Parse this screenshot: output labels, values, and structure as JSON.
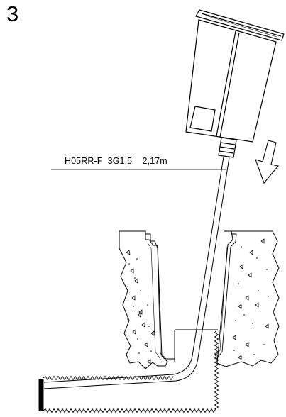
{
  "step_number": "3",
  "cable_label": {
    "type": "H05RR-F",
    "spec": "3G1,5",
    "length": "2,17m"
  },
  "icons": [
    "fixture-body-icon",
    "insertion-arrow-icon"
  ]
}
